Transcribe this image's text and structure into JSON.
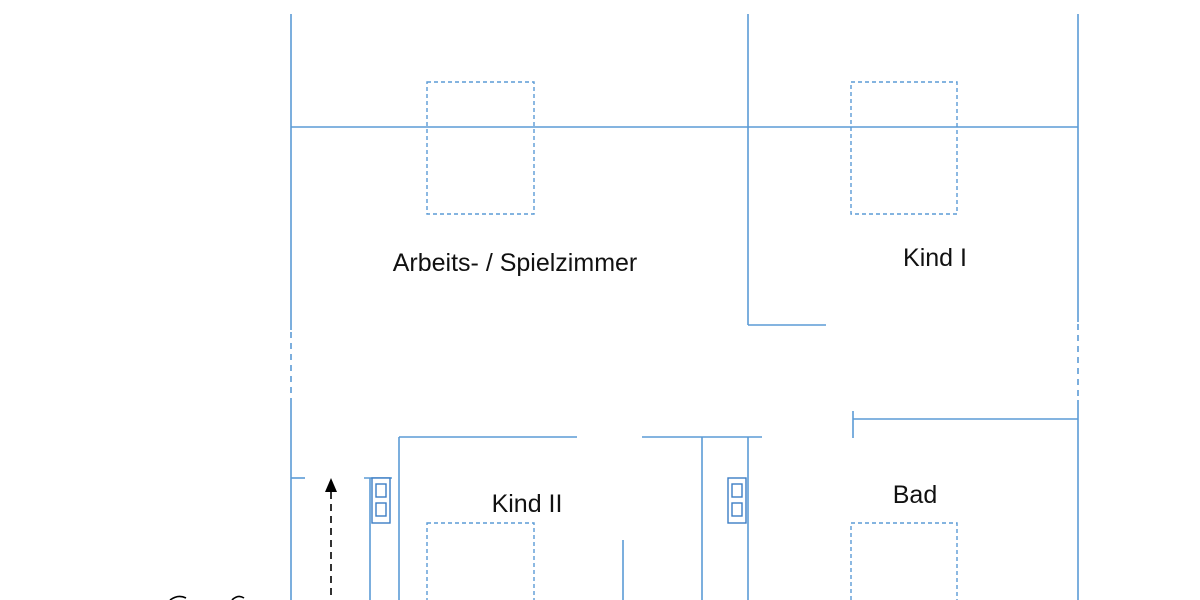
{
  "floor_plan": {
    "rooms": {
      "arbeits_spielzimmer": "Arbeits- / Spielzimmer",
      "kind_1": "Kind I",
      "kind_2": "Kind II",
      "bad": "Bad"
    },
    "colors": {
      "wall": "#5b9bd5",
      "text": "#111111",
      "arrow": "#000000"
    },
    "icons": {
      "radiator": "radiator-icon",
      "direction_arrow": "arrow-up-icon"
    }
  }
}
